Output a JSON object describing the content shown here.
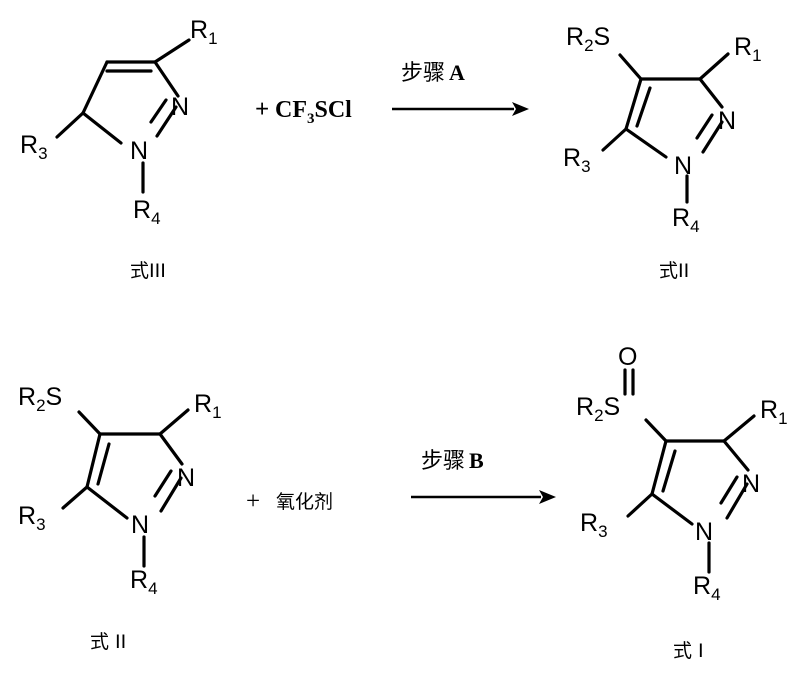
{
  "reaction_a": {
    "reactant_caption": "式III",
    "reagent_prefix": "+",
    "reagent_cf": "CF",
    "reagent_sub": "3",
    "reagent_scl": "SCl",
    "step_label_zh": "步骤",
    "step_label_letter": "A",
    "product_caption": "式II"
  },
  "reaction_b": {
    "reactant_caption": "式 II",
    "reagent_prefix": "+",
    "reagent": "氧化剂",
    "step_label_zh": "步骤",
    "step_label_letter": "B",
    "product_caption": "式 I"
  },
  "atoms": {
    "r": "R",
    "n": "N",
    "s": "S",
    "o": "O",
    "sub1": "1",
    "sub2": "2",
    "sub3": "3",
    "sub4": "4"
  }
}
